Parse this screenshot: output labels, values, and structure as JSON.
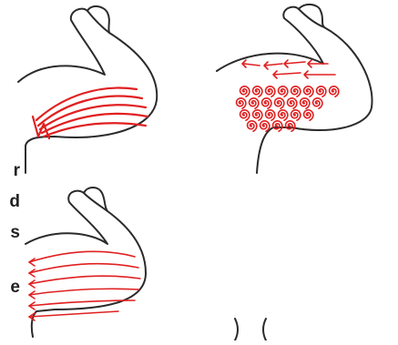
{
  "text_fragments": [
    "r",
    "d",
    "s",
    "e"
  ],
  "colors": {
    "outline": "#2b2b2b",
    "muscle": "#e02020",
    "text": "#222222"
  },
  "panels": [
    {
      "id": "arm-longitudinal-strokes"
    },
    {
      "id": "arm-spiral-strokes"
    },
    {
      "id": "arm-arrow-strokes"
    },
    {
      "id": "partial-figure-bottom"
    }
  ]
}
